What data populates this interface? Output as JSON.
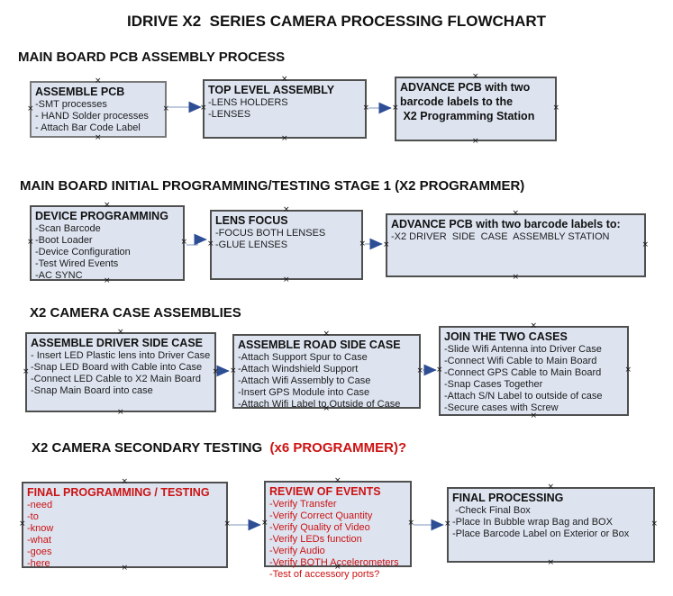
{
  "title": "IDRIVE X2  SERIES CAMERA PROCESSING FLOWCHART",
  "glyphs": {
    "connection_marker": "×"
  },
  "colors": {
    "box_fill": "#dde4f0",
    "box_border": "#4f4f4f",
    "arrow_line": "#a8b8d2",
    "arrow_head": "#2d4d94",
    "red_text": "#cc1212",
    "black_text": "#111111",
    "background": "#ffffff"
  },
  "sections": [
    {
      "heading": "MAIN BOARD PCB ASSEMBLY PROCESS",
      "heading_red": "",
      "boxes": [
        {
          "title": "ASSEMBLE PCB",
          "lines": [
            "-SMT processes",
            "- HAND Solder processes",
            "- Attach Bar Code Label"
          ]
        },
        {
          "title": "TOP LEVEL ASSEMBLY",
          "lines": [
            "-LENS HOLDERS",
            "-LENSES"
          ]
        },
        {
          "title": "ADVANCE PCB with two \nbarcode labels to the\n X2 Programming Station",
          "lines": []
        }
      ]
    },
    {
      "heading": "MAIN BOARD INITIAL PROGRAMMING/TESTING STAGE 1 (X2 PROGRAMMER)",
      "heading_red": "",
      "boxes": [
        {
          "title": "DEVICE PROGRAMMING",
          "lines": [
            "-Scan Barcode",
            "-Boot Loader",
            "-Device Configuration",
            "-Test Wired Events",
            "-AC SYNC"
          ]
        },
        {
          "title": "LENS FOCUS",
          "lines": [
            "-FOCUS BOTH LENSES",
            "-GLUE LENSES"
          ]
        },
        {
          "title": "ADVANCE PCB with two barcode labels to:",
          "lines": [
            "-X2 DRIVER  SIDE  CASE  ASSEMBLY STATION"
          ]
        }
      ]
    },
    {
      "heading": "X2 CAMERA CASE ASSEMBLIES",
      "heading_red": "",
      "boxes": [
        {
          "title": "ASSEMBLE DRIVER SIDE CASE",
          "lines": [
            "- Insert LED Plastic lens into Driver Case",
            "-Snap LED Board with Cable into Case",
            "-Connect LED Cable to X2 Main Board",
            "-Snap Main Board into case"
          ]
        },
        {
          "title": "ASSEMBLE ROAD SIDE CASE",
          "lines": [
            "-Attach Support Spur to Case",
            "-Attach Windshield Support",
            "-Attach Wifi Assembly to Case",
            "-Insert GPS Module into Case",
            "-Attach Wifi Label to Outside of Case"
          ]
        },
        {
          "title": "JOIN THE TWO CASES",
          "lines": [
            "-Slide Wifi Antenna into Driver Case",
            "-Connect Wifi Cable to Main Board",
            "-Connect GPS Cable to Main Board",
            "-Snap Cases Together",
            "-Attach S/N Label to outside of case",
            "-Secure cases with Screw"
          ]
        }
      ]
    },
    {
      "heading": "X2 CAMERA SECONDARY TESTING ",
      "heading_red": " (x6 PROGRAMMER)?",
      "boxes": [
        {
          "title": "FINAL PROGRAMMING / TESTING",
          "lines": [
            "-need",
            "-to",
            "-know",
            "-what",
            "-goes",
            "-here"
          ]
        },
        {
          "title": "REVIEW OF EVENTS",
          "lines": [
            "-Verify Transfer",
            "-Verify Correct Quantity",
            "-Verify Quality of Video",
            "-Verify LEDs function",
            "-Verify Audio",
            "-Verify BOTH Accelerometers",
            "-Test of accessory ports?"
          ]
        },
        {
          "title": "FINAL PROCESSING",
          "lines": [
            " -Check Final Box",
            "-Place In Bubble wrap Bag and BOX",
            "-Place Barcode Label on Exterior or Box"
          ]
        }
      ]
    }
  ]
}
